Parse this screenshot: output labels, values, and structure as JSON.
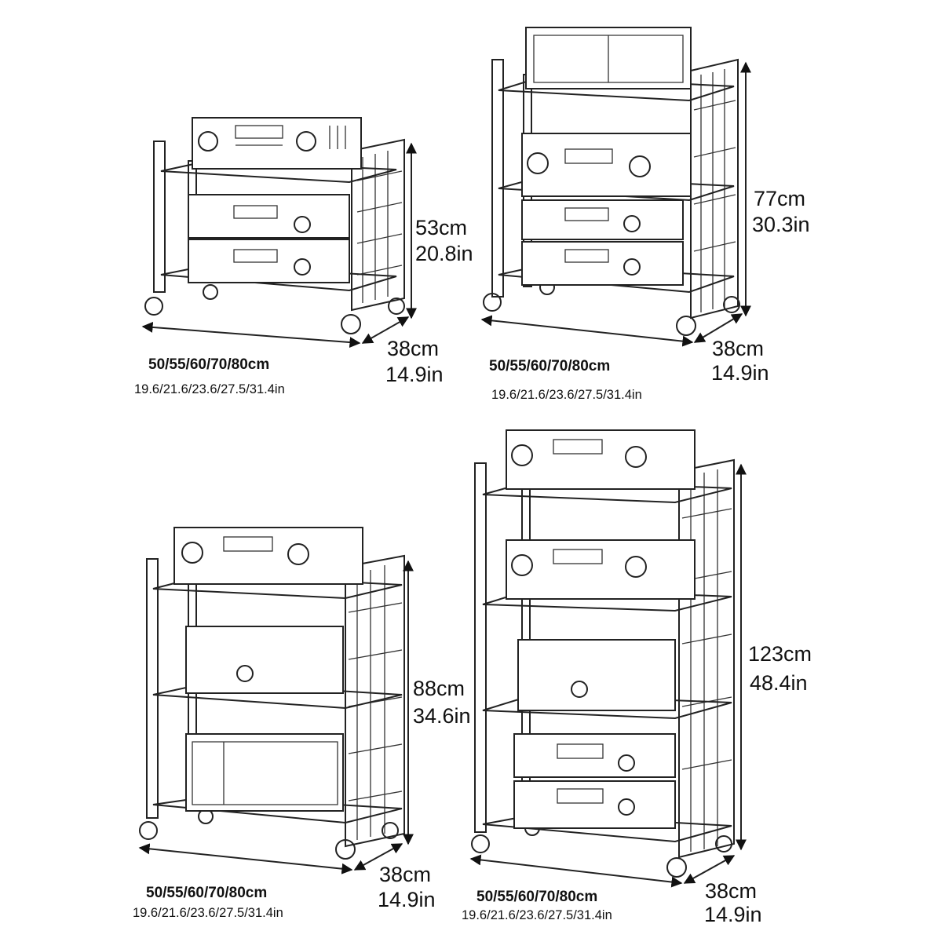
{
  "panels": [
    {
      "id": "two-tier",
      "height_cm": "53cm",
      "height_in": "20.8in",
      "depth_cm": "38cm",
      "depth_in": "14.9in",
      "width_cm": "50/55/60/70/80cm",
      "width_in": "19.6/21.6/23.6/27.5/31.4in"
    },
    {
      "id": "three-tier",
      "height_cm": "77cm",
      "height_in": "30.3in",
      "depth_cm": "38cm",
      "depth_in": "14.9in",
      "width_cm": "50/55/60/70/80cm",
      "width_in": "19.6/21.6/23.6/27.5/31.4in"
    },
    {
      "id": "three-tier-tall",
      "height_cm": "88cm",
      "height_in": "34.6in",
      "depth_cm": "38cm",
      "depth_in": "14.9in",
      "width_cm": "50/55/60/70/80cm",
      "width_in": "19.6/21.6/23.6/27.5/31.4in"
    },
    {
      "id": "four-tier",
      "height_cm": "123cm",
      "height_in": "48.4in",
      "depth_cm": "38cm",
      "depth_in": "14.9in",
      "width_cm": "50/55/60/70/80cm",
      "width_in": "19.6/21.6/23.6/27.5/31.4in"
    }
  ]
}
